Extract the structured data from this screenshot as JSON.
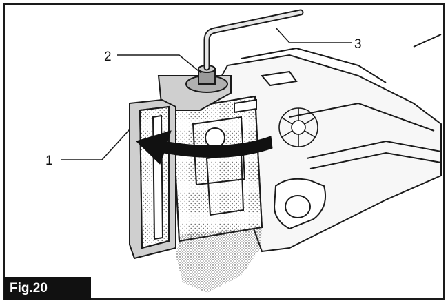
{
  "figure": {
    "caption": "Fig.20",
    "callouts": [
      {
        "number": "1"
      },
      {
        "number": "2"
      },
      {
        "number": "3"
      }
    ]
  },
  "colors": {
    "line": "#1a1a1a",
    "fill_light": "#f4f4f4",
    "fill_shaded": "#cfcfcf",
    "arrow": "#111111",
    "badge": "#111111"
  },
  "icons": [
    "hex-wrench-icon",
    "rotation-arrow-icon"
  ]
}
